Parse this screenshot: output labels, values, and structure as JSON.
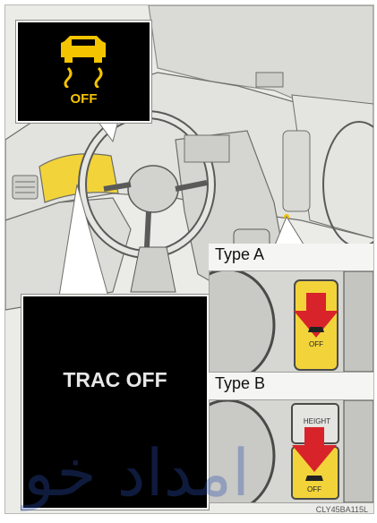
{
  "indicator": {
    "text": "OFF",
    "icon": "vehicle-slip-indicator-icon",
    "color": "#f5c400"
  },
  "trac_display": {
    "text": "TRAC OFF"
  },
  "type_a": {
    "label": "Type A",
    "button_text": "OFF"
  },
  "type_b": {
    "label": "Type B",
    "button_text": "OFF",
    "partial_text": "HEIGHT"
  },
  "watermark": {
    "text": "امداد خو"
  },
  "image_code": "CLY45BA115L",
  "colors": {
    "highlight": "#f5c400",
    "arrow": "#d8232a",
    "line_art": "#5a5a58"
  }
}
